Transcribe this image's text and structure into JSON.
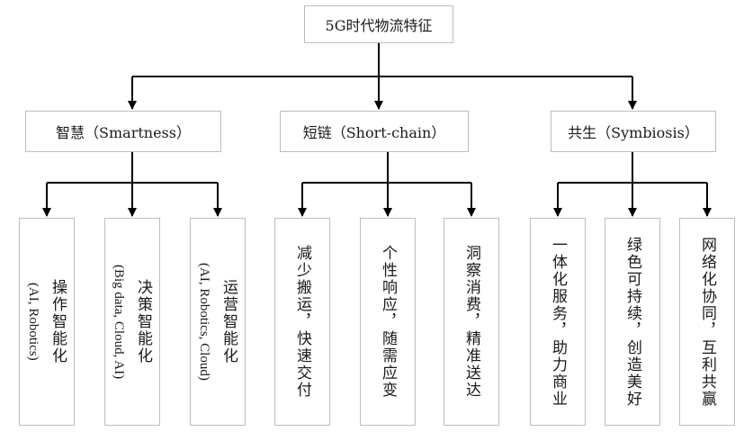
{
  "root": "5G时代物流特征",
  "categories": [
    {
      "label": "智慧（Smartness）",
      "leaves": [
        {
          "zh": "操作智能化",
          "en": "(AI, Robotics)"
        },
        {
          "zh": "决策智能化",
          "en": "(Big data, Cloud, AI)"
        },
        {
          "zh": "运营智能化",
          "en": "(AI, Robotics, Cloud)"
        }
      ]
    },
    {
      "label": "短链（Short-chain）",
      "leaves": [
        {
          "zh": "减少搬运，快速交付"
        },
        {
          "zh": "个性响应，随需应变"
        },
        {
          "zh": "洞察消费，精准送达"
        }
      ]
    },
    {
      "label": "共生（Symbiosis）",
      "leaves": [
        {
          "zh": "一体化服务，助力商业"
        },
        {
          "zh": "绿色可持续，创造美好"
        },
        {
          "zh": "网络化协同，互利共赢"
        }
      ]
    }
  ]
}
